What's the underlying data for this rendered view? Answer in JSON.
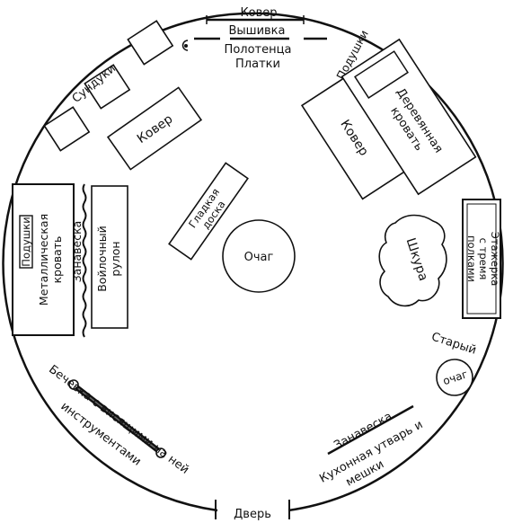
{
  "labels": {
    "kover_top": "Ковер",
    "vyshivka": "Вышивка",
    "polotentsa": "Полотенца",
    "platki": "Платки",
    "sunduki": "Сундуки",
    "kover_left": "Ковер",
    "kover_right": "Ковер",
    "podushki_right": "Подушки",
    "derevyannaya_1": "Деревянная",
    "derevyannaya_2": "кровать",
    "gladkaya_1": "Гладкая",
    "gladkaya_2": "доска",
    "ochag": "Очаг",
    "shkura": "Шкура",
    "etazherka_1": "Этажерка",
    "etazherka_2": "с тремя",
    "etazherka_3": "полками",
    "podushki_left": "Подушки",
    "metal_1": "Металлическая",
    "metal_2": "кровать",
    "zanaveska_left": "Занавеска",
    "voylochny_1": "Войлочный",
    "voylochny_2": "рулон",
    "stary": "Старый",
    "ochag_small": "очаг",
    "bechevka_1": "Бечевка с висящими на ней",
    "bechevka_2": "инструментами",
    "zanaveska_right": "Занавеска",
    "kuhonnaya_1": "Кухонная утварь и",
    "kuhonnaya_2": "мешки",
    "dver": "Дверь"
  }
}
